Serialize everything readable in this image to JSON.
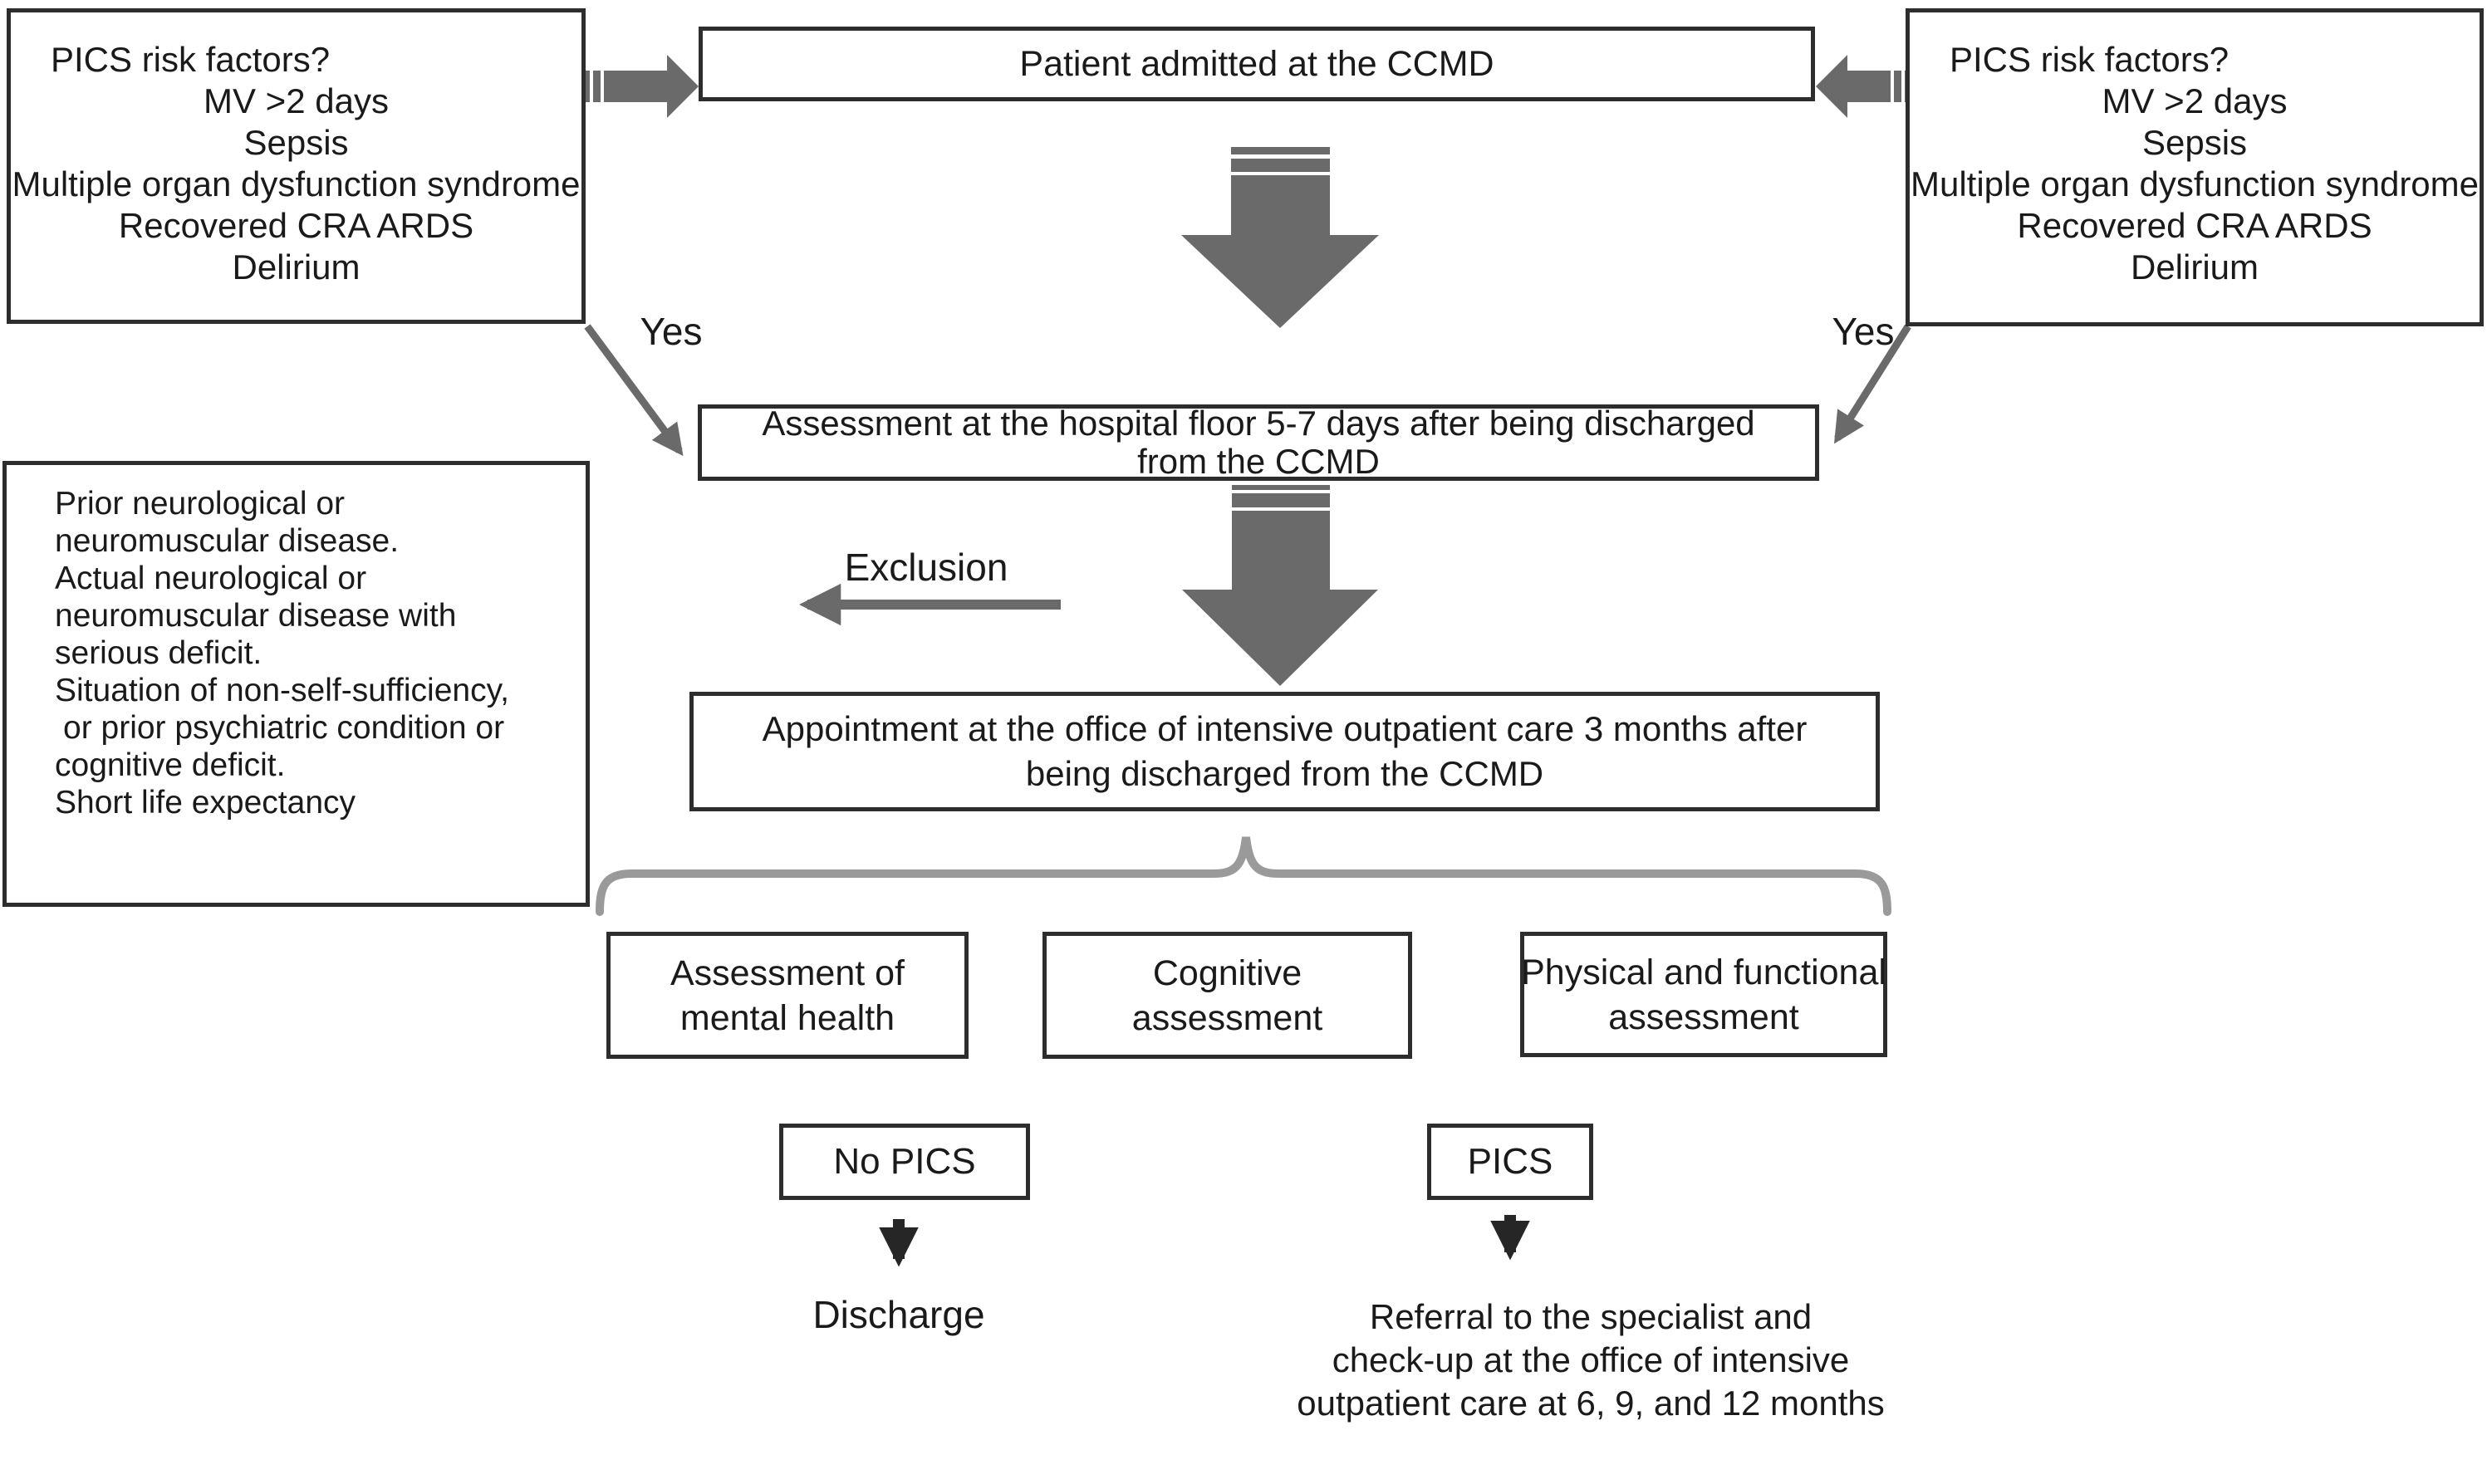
{
  "palette": {
    "background": "#ffffff",
    "box_border": "#2d2d2d",
    "text": "#1a1a1a",
    "connector_gray": "#6a6a6a",
    "brace_gray": "#9a9a9a",
    "connector_black": "#262626"
  },
  "boxes": {
    "left_risk": {
      "lines": [
        "PICS risk factors?",
        "MV >2 days",
        "Sepsis",
        "Multiple organ dysfunction syndrome",
        "Recovered CRA ARDS",
        "Delirium"
      ]
    },
    "right_risk": {
      "lines": [
        "PICS risk factors?",
        "MV >2 days",
        "Sepsis",
        "Multiple organ dysfunction syndrome",
        "Recovered CRA ARDS",
        "Delirium"
      ]
    },
    "admission": {
      "text": "Patient admitted at the CCMD"
    },
    "floor_assessment": {
      "lines": [
        "Assessment at the hospital floor 5-7 days after being discharged",
        "from the CCMD"
      ]
    },
    "exclusion_criteria": {
      "lines": [
        "Prior neurological or",
        "neuromuscular disease.",
        "Actual neurological or",
        "neuromuscular disease with",
        "serious deficit.",
        "Situation of non-self-sufficiency,",
        "or prior psychiatric condition or",
        "cognitive deficit.",
        "Short life expectancy"
      ]
    },
    "appointment": {
      "lines": [
        "Appointment at the office of intensive outpatient care 3 months after",
        "being discharged from the CCMD"
      ]
    },
    "mental_health": {
      "lines": [
        "Assessment of",
        "mental health"
      ]
    },
    "cognitive": {
      "lines": [
        "Cognitive",
        "assessment"
      ]
    },
    "physical": {
      "lines": [
        "Physical and functional",
        "assessment"
      ]
    },
    "no_pics": {
      "text": "No PICS"
    },
    "pics": {
      "text": "PICS"
    }
  },
  "labels": {
    "yes_left": "Yes",
    "yes_right": "Yes",
    "exclusion": "Exclusion",
    "discharge": "Discharge",
    "referral_lines": [
      "Referral to the specialist and",
      "check-up at the office of intensive",
      "outpatient care at 6, 9, and 12 months"
    ]
  }
}
